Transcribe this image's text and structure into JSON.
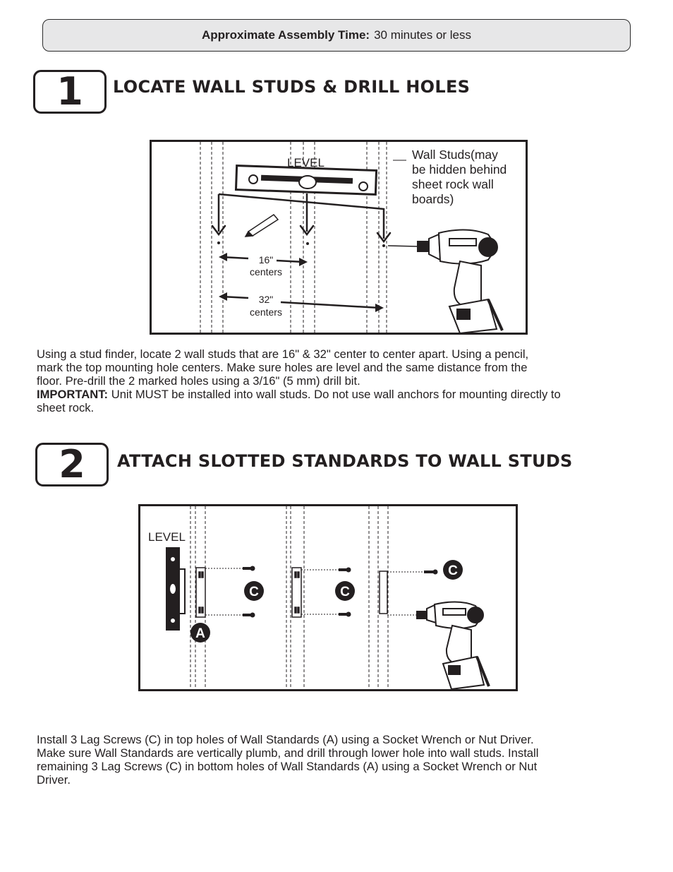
{
  "banner": {
    "label": "Approximate Assembly Time:",
    "value": "30 minutes or less"
  },
  "step1": {
    "number": "1",
    "title": "LOCATE WALL STUDS & DRILL HOLES",
    "diagram": {
      "level_label": "LEVEL",
      "studs_note": [
        "Wall Studs(may",
        "be hidden behind",
        "sheet rock wall",
        "boards)"
      ],
      "dim16": [
        "16\"",
        "centers"
      ],
      "dim32": [
        "32\"",
        "centers"
      ]
    },
    "text_lines": [
      "Using a stud finder, locate 2 wall studs that are 16\" & 32\" center to center apart. Using a pencil,",
      "mark the top mounting hole centers. Make sure holes are level and the same distance from the",
      "floor. Pre-drill the 2 marked holes using  a 3/16\" (5 mm) drill bit."
    ],
    "important_label": "IMPORTANT:",
    "important_text": " Unit MUST be installed into wall studs. Do not use wall anchors for mounting directly to",
    "important_text2": "sheet rock."
  },
  "step2": {
    "number": "2",
    "title": "ATTACH SLOTTED STANDARDS TO WALL STUDS",
    "diagram": {
      "level_label": "LEVEL",
      "part_c": "C",
      "part_a": "A"
    },
    "text_lines": [
      "Install 3 Lag Screws (C) in top holes of  Wall Standards (A) using a Socket Wrench or Nut Driver.",
      "Make sure Wall Standards are vertically plumb, and drill through lower hole into wall studs. Install",
      "remaining 3 Lag Screws (C) in bottom holes of  Wall Standards (A) using a Socket Wrench or Nut",
      "Driver."
    ]
  }
}
